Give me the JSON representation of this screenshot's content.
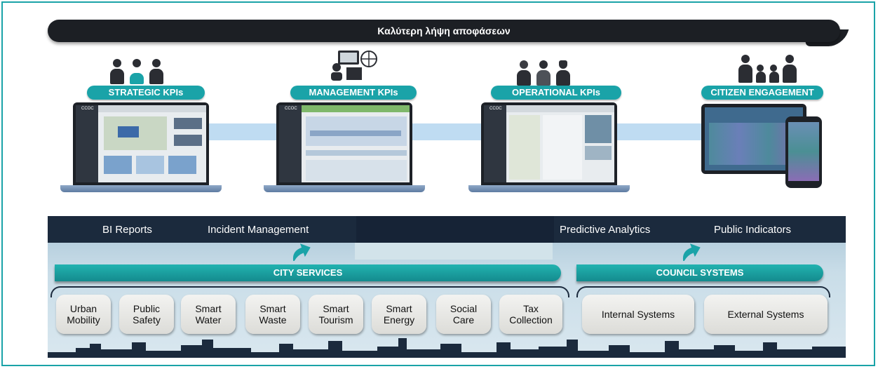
{
  "banner": {
    "title": "Καλύτερη λήψη αποφάσεων"
  },
  "kpis": [
    {
      "label": "STRATEGIC KPIs",
      "icon": "executives-icon"
    },
    {
      "label": "MANAGEMENT KPIs",
      "icon": "manager-analyst-icon"
    },
    {
      "label": "OPERATIONAL KPIs",
      "icon": "field-staff-icon"
    },
    {
      "label": "CITIZEN ENGAGEMENT",
      "icon": "family-icon"
    }
  ],
  "screens": {
    "brand": "CCOC"
  },
  "nav": {
    "bi_reports": "BI Reports",
    "incident": "Incident Management",
    "predictive": "Predictive Analytics",
    "public": "Public Indicators"
  },
  "city_services": {
    "title": "CITY SERVICES",
    "items": [
      "Urban\nMobility",
      "Public\nSafety",
      "Smart\nWater",
      "Smart\nWaste",
      "Smart\nTourism",
      "Smart\nEnergy",
      "Social\nCare",
      "Tax\nCollection"
    ]
  },
  "council_systems": {
    "title": "COUNCIL SYSTEMS",
    "items": [
      "Internal Systems",
      "External Systems"
    ]
  },
  "colors": {
    "teal": "#1aa3a8",
    "navy": "#1b2a3d",
    "dark": "#1c1f24"
  }
}
